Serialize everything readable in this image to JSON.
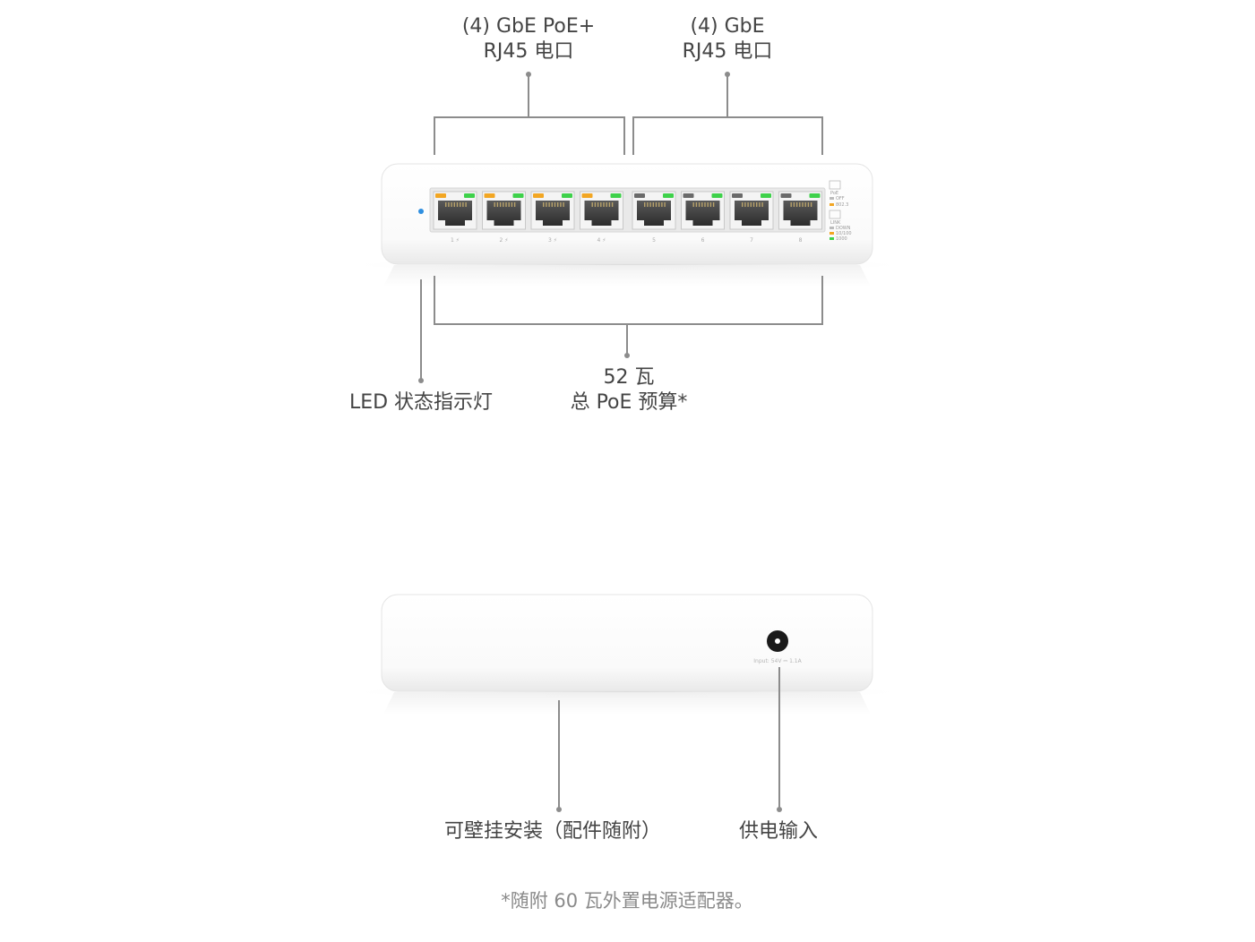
{
  "front": {
    "poe_ports_label": "(4) GbE PoE+\nRJ45 电口",
    "gbe_ports_label": "(4) GbE\nRJ45 电口",
    "led_label": "LED 状态指示灯",
    "poe_budget_label": "52 瓦\n总 PoE 预算*",
    "ports": [
      {
        "num": "1",
        "poe": true
      },
      {
        "num": "2",
        "poe": true
      },
      {
        "num": "3",
        "poe": true
      },
      {
        "num": "4",
        "poe": true
      },
      {
        "num": "5",
        "poe": false
      },
      {
        "num": "6",
        "poe": false
      },
      {
        "num": "7",
        "poe": false
      },
      {
        "num": "8",
        "poe": false
      }
    ],
    "legend": {
      "poe_title": "PoE",
      "poe_off": "OFF",
      "poe_802": "802.3",
      "link_title": "LINK",
      "link_down": "DOWN",
      "link_10_100": "10/100",
      "link_1000": "1000"
    }
  },
  "back": {
    "wall_mount_label": "可壁挂安装（配件随附）",
    "power_input_label": "供电输入",
    "power_spec": "Input: 54V ⎓ 1.1A"
  },
  "footnote": "*随附 60 瓦外置电源适配器。",
  "colors": {
    "accent_blue": "#2f8fe0",
    "led_green": "#3ed14a",
    "led_amber": "#f2a623",
    "line_gray": "#8c8c8c"
  }
}
